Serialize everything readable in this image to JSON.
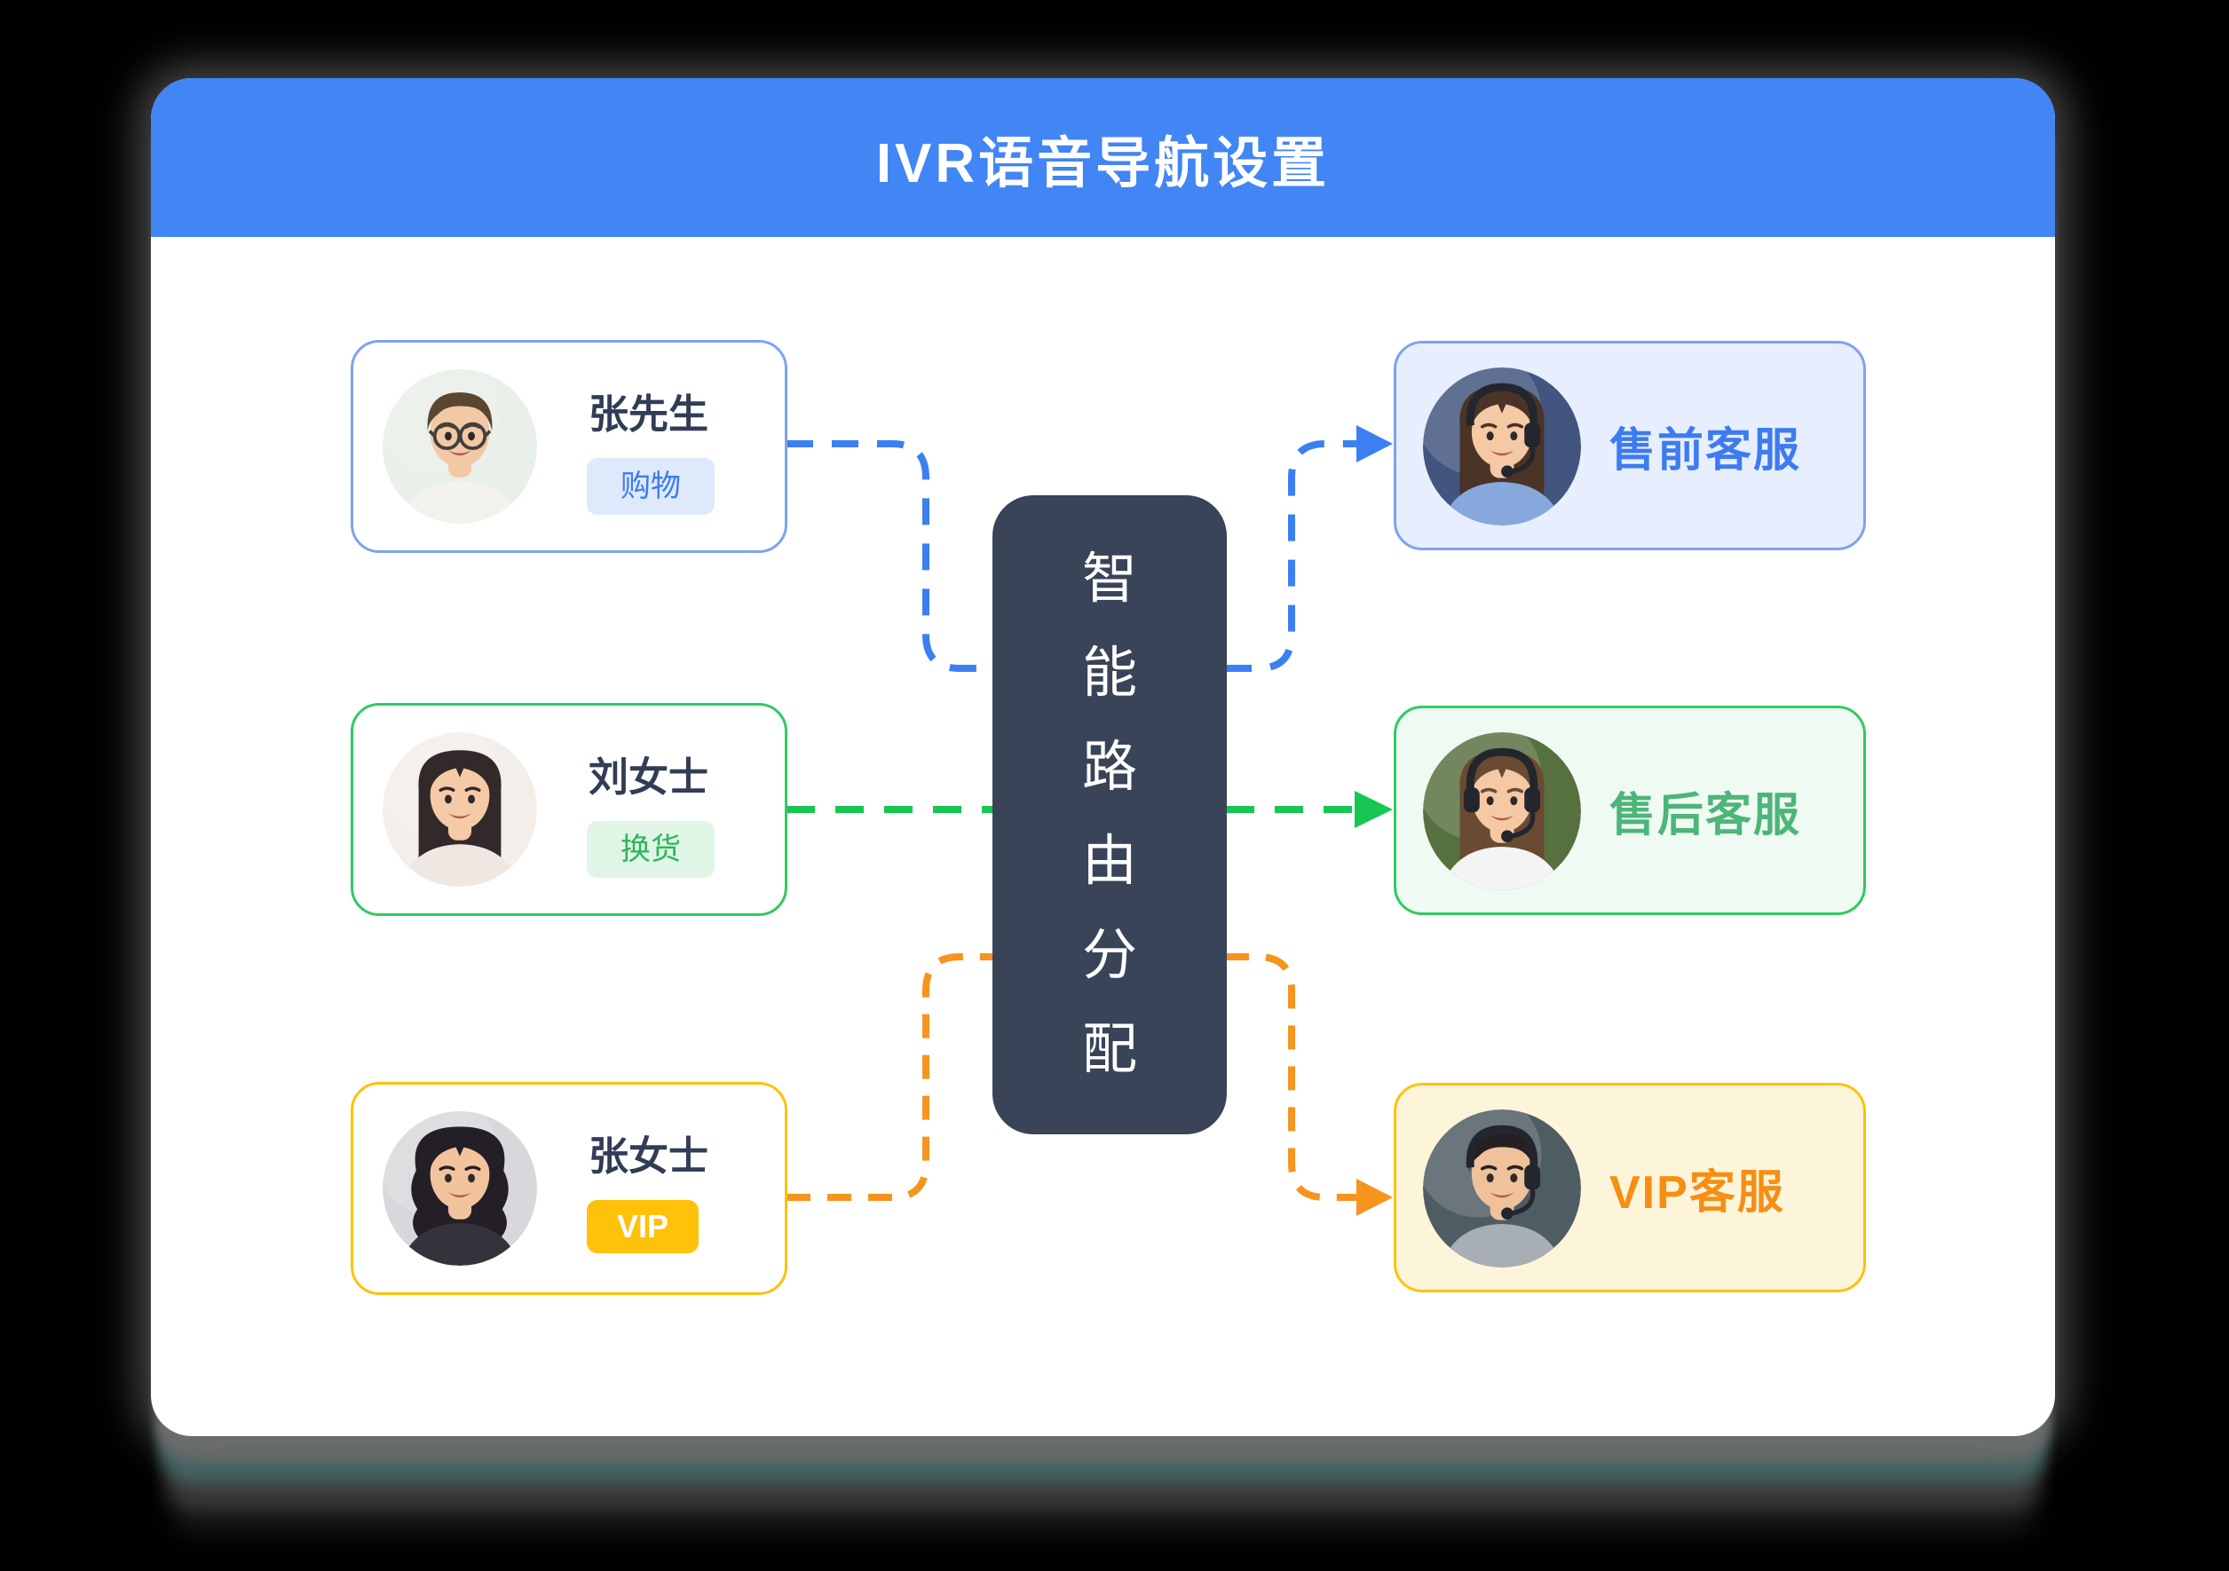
{
  "header": {
    "title": "IVR语音导航设置"
  },
  "center_node": {
    "label": "智能路由分配",
    "chars": [
      "智",
      "能",
      "路",
      "由",
      "分",
      "配"
    ]
  },
  "callers": [
    {
      "name": "张先生",
      "tag": "购物",
      "theme": "blue",
      "avatar": {
        "icon": "man-with-glasses-avatar",
        "bg": "#E9EFE9",
        "skin": "#F2C9A4",
        "hair": "#5A4631",
        "shirt": "#F4F2EC",
        "style": "man",
        "glasses": true
      }
    },
    {
      "name": "刘女士",
      "tag": "换货",
      "theme": "green",
      "avatar": {
        "icon": "woman-long-hair-avatar",
        "bg": "#F3EEE9",
        "skin": "#F4CBA6",
        "hair": "#33292B",
        "shirt": "#EFE8E2",
        "style": "long"
      }
    },
    {
      "name": "张女士",
      "tag": "VIP",
      "theme": "yellow",
      "avatar": {
        "icon": "woman-wavy-hair-avatar",
        "bg": "#D8D8DC",
        "skin": "#F2C49E",
        "hair": "#241F26",
        "shirt": "#35323C",
        "style": "wavy"
      }
    }
  ],
  "agents": [
    {
      "label": "售前客服",
      "theme": "blue",
      "avatar": {
        "icon": "female-agent-headset-avatar",
        "bg": "#41557E",
        "skin": "#F4C9A4",
        "hair": "#4A3427",
        "shirt": "#86A8DC",
        "style": "long",
        "headset": true
      }
    },
    {
      "label": "售后客服",
      "theme": "green",
      "avatar": {
        "icon": "female-agent-big-headset-avatar",
        "bg": "#57703F",
        "skin": "#F4C9A4",
        "hair": "#6A4A33",
        "shirt": "#F4F4F4",
        "style": "long",
        "headset": true,
        "big": true
      }
    },
    {
      "label": "VIP客服",
      "theme": "yellow",
      "avatar": {
        "icon": "male-agent-headset-avatar",
        "bg": "#4E5C63",
        "skin": "#EFC29C",
        "hair": "#272023",
        "shirt": "#A7AEB6",
        "style": "man",
        "headset": true
      }
    }
  ],
  "colors": {
    "page_bg": "#000000",
    "panel_bg": "#FFFFFF",
    "header_bg": "#4285F4",
    "header_text": "#FFFFFF",
    "center_bg": "#394458",
    "center_text": "#FFFFFF",
    "name_text": "#313D56",
    "blue_accent": "#3B7FF2",
    "blue_border": "#7EA2F2",
    "blue_card_bg": "#E7EEFD",
    "blue_label": "#3D7BF0",
    "blue_tag_bg": "#DEE9FC",
    "blue_tag_text": "#3D7BEE",
    "green_accent": "#17C653",
    "green_border": "#2FCB5F",
    "green_card_bg": "#EFFAF2",
    "green_label": "#4DB578",
    "green_tag_bg": "#DFF5E6",
    "green_tag_text": "#2EB55C",
    "orange_accent": "#F7941E",
    "yellow_border": "#FFC10A",
    "yellow_card_bg": "#FCF5DA",
    "yellow_label": "#F78E14",
    "yellow_tag_bg": "#FFC10A",
    "yellow_tag_text": "#FFFFFF"
  }
}
